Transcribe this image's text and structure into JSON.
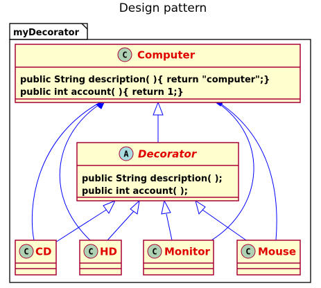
{
  "diagram": {
    "title": "Design pattern",
    "package": {
      "name": "myDecorator"
    },
    "classes": {
      "computer": {
        "stereotype": "C",
        "name": "Computer",
        "members": [
          "public String description( ){ return \"computer\";}",
          "public int account( ){ return 1;}"
        ]
      },
      "decorator": {
        "stereotype": "A",
        "name": "Decorator",
        "abstract": true,
        "members": [
          "public String description( );",
          "public int account( );"
        ]
      },
      "cd": {
        "stereotype": "C",
        "name": "CD"
      },
      "hd": {
        "stereotype": "C",
        "name": "HD"
      },
      "monitor": {
        "stereotype": "C",
        "name": "Monitor"
      },
      "mouse": {
        "stereotype": "C",
        "name": "Mouse"
      }
    },
    "relations": [
      {
        "type": "inheritance",
        "from": "Decorator",
        "to": "Computer"
      },
      {
        "type": "inheritance",
        "from": "CD",
        "to": "Decorator"
      },
      {
        "type": "inheritance",
        "from": "HD",
        "to": "Decorator"
      },
      {
        "type": "inheritance",
        "from": "Monitor",
        "to": "Decorator"
      },
      {
        "type": "inheritance",
        "from": "Mouse",
        "to": "Decorator"
      },
      {
        "type": "association",
        "from": "CD",
        "to": "Computer"
      },
      {
        "type": "association",
        "from": "HD",
        "to": "Computer"
      },
      {
        "type": "association",
        "from": "Monitor",
        "to": "Computer"
      },
      {
        "type": "association",
        "from": "Mouse",
        "to": "Computer"
      }
    ],
    "colors": {
      "class_fill": "#fefece",
      "class_border": "#a80036",
      "class_name": "#e00000",
      "edge": "#0000ff",
      "stereotype_c": "#add1b2",
      "stereotype_a": "#a9dcdf"
    }
  }
}
